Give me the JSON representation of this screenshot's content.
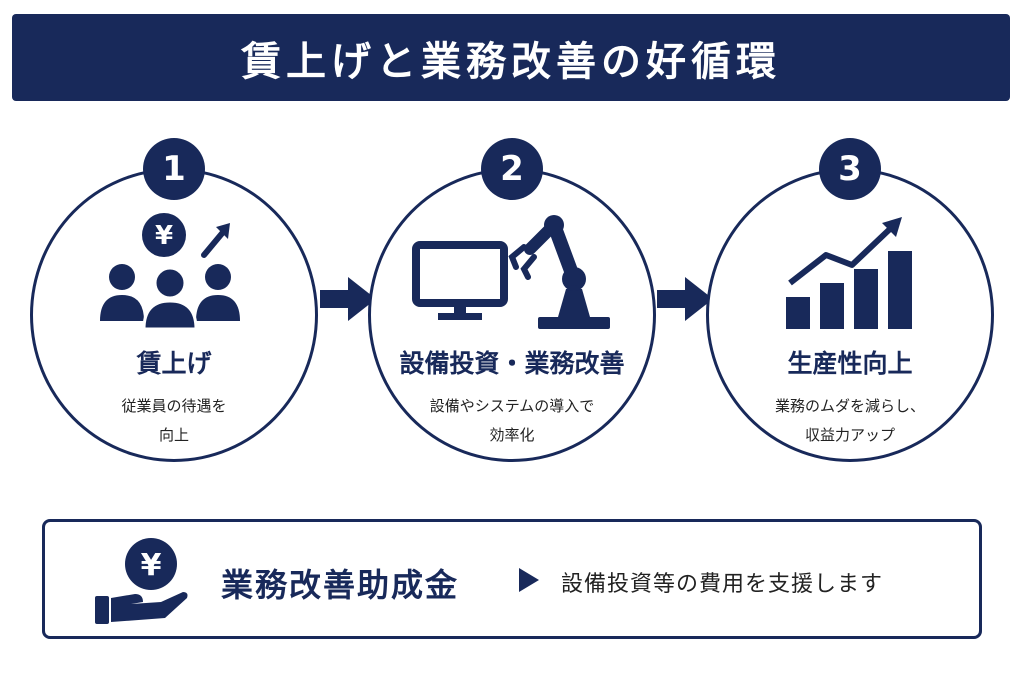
{
  "title": "賃上げと業務改善の好循環",
  "steps": [
    {
      "number": "1",
      "title": "賃上げ",
      "desc_line1": "従業員の待遇を",
      "desc_line2": "向上",
      "icon": "wage-raise-icon"
    },
    {
      "number": "2",
      "title": "設備投資・業務改善",
      "desc_line1": "設備やシステムの導入で",
      "desc_line2": "効率化",
      "icon": "equipment-icon"
    },
    {
      "number": "3",
      "title": "生産性向上",
      "desc_line1": "業務のムダを減らし、",
      "desc_line2": "収益力アップ",
      "icon": "growth-chart-icon"
    }
  ],
  "subsidy": {
    "yen_symbol": "¥",
    "name": "業務改善助成金",
    "description": "設備投資等の費用を支援します"
  },
  "colors": {
    "navy": "#18295a",
    "white": "#ffffff"
  }
}
